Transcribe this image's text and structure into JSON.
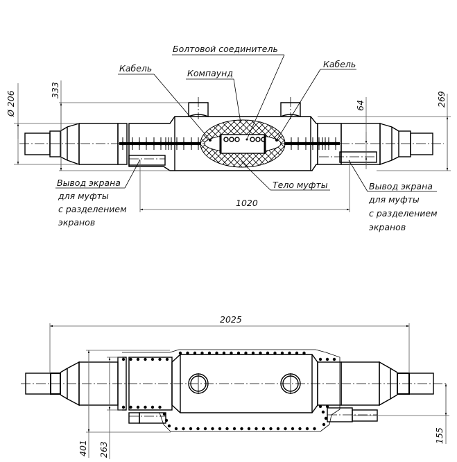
{
  "top_view": {
    "labels": {
      "bolt_connector": "Болтовой соединитель",
      "cable_left": "Кабель",
      "compound": "Компаунд",
      "cable_right": "Кабель",
      "sleeve_body": "Тело муфты",
      "screen_output_left": [
        "Вывод экрана",
        "для муфты",
        "с разделением",
        "экранов"
      ],
      "screen_output_right": [
        "Вывод экрана",
        "для муфты",
        "с разделением",
        "экранов"
      ]
    },
    "dimensions": {
      "diameter": "Ø 206",
      "height_left": "333",
      "offset_right": "64",
      "height_right": "269",
      "length_center": "1020"
    }
  },
  "bottom_view": {
    "dimensions": {
      "overall_length": "2025",
      "height_outer": "401",
      "height_inner": "263",
      "offset_right": "155"
    }
  }
}
